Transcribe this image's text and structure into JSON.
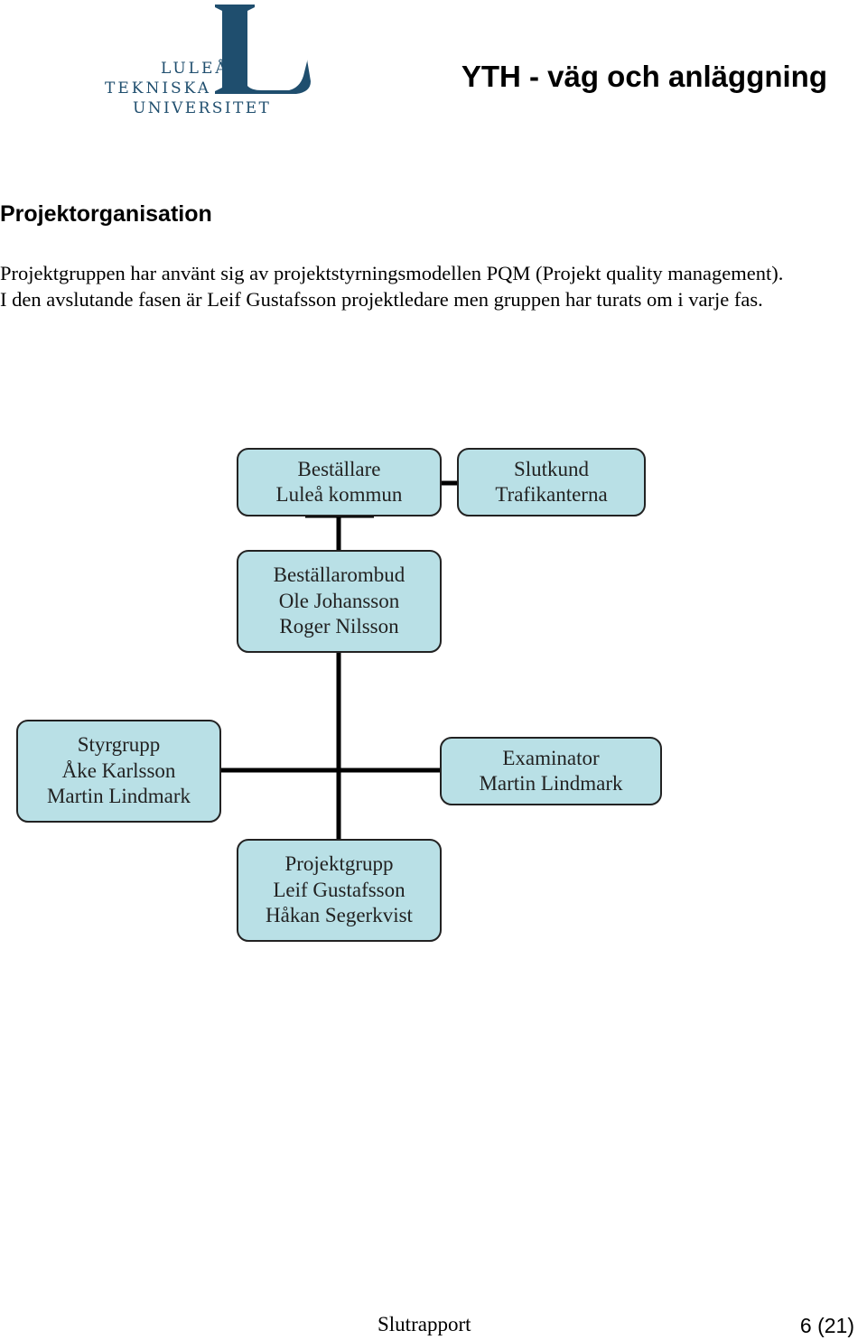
{
  "header": {
    "logo": {
      "line1": "LULEÅ",
      "line2": "TEKNISKA",
      "line3": "UNIVERSITET",
      "icon": "ltu-logo-icon",
      "color": "#1f4e6e"
    },
    "title": "YTH - väg och anläggning"
  },
  "section": {
    "title": "Projektorganisation",
    "paragraph": [
      "Projektgruppen har använt sig av projektstyrningsmodellen PQM (Projekt quality management).",
      "I den avslutande fasen är Leif Gustafsson projektledare men gruppen har turats om i varje fas."
    ]
  },
  "org_chart": {
    "box_fill": "#b9e0e6",
    "boxes": {
      "bestallare": [
        "Beställare",
        "Luleå kommun"
      ],
      "slutkund": [
        "Slutkund",
        "Trafikanterna"
      ],
      "bestallarombud": [
        "Beställarombud",
        "Ole Johansson",
        "Roger Nilsson"
      ],
      "styrgrupp": [
        "Styrgrupp",
        "Åke Karlsson",
        "Martin Lindmark"
      ],
      "examinator": [
        "Examinator",
        "Martin Lindmark"
      ],
      "projektgrupp": [
        "Projektgrupp",
        "Leif Gustafsson",
        "Håkan Segerkvist"
      ]
    }
  },
  "footer": {
    "label": "Slutrapport",
    "page": "6 (21)"
  }
}
